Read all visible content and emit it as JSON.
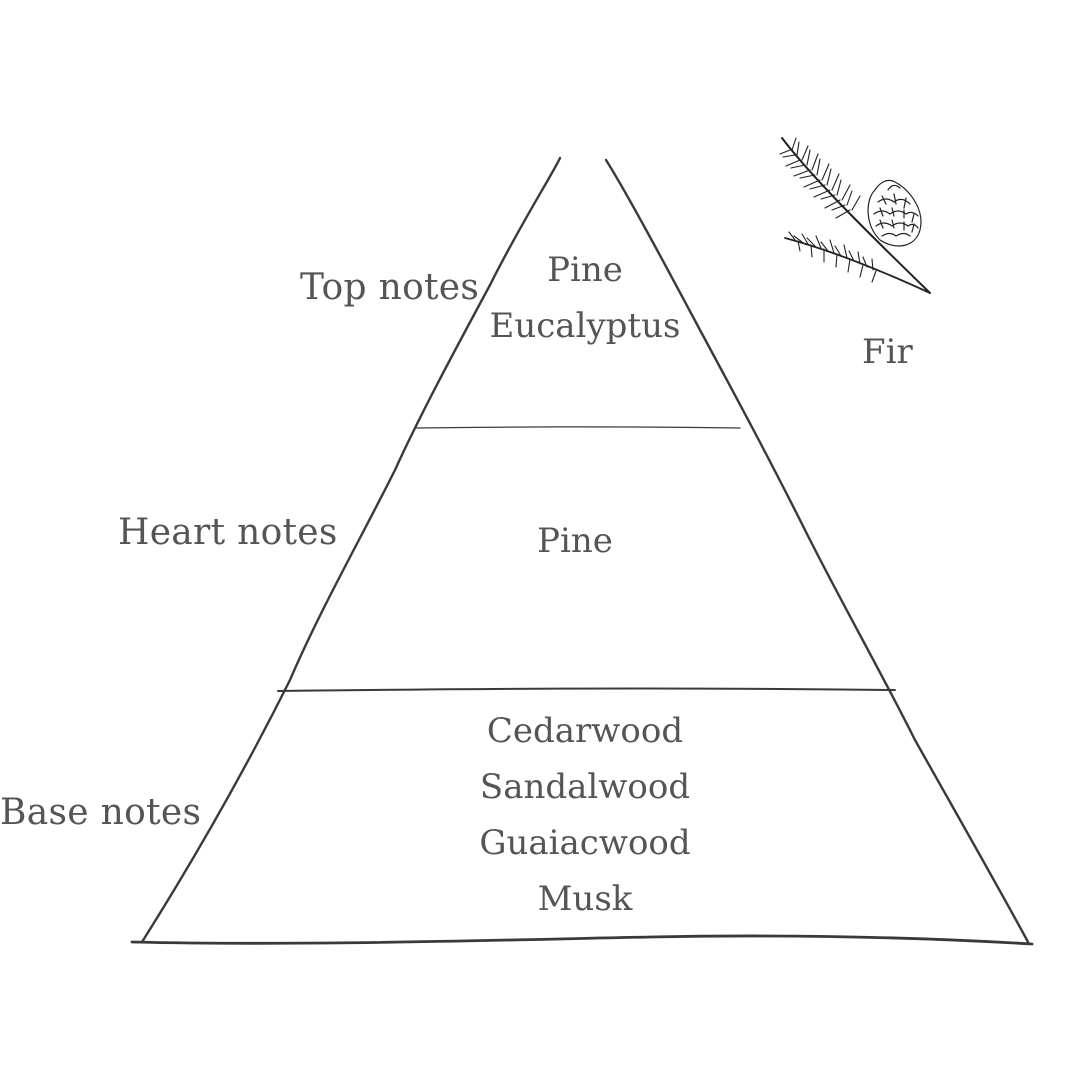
{
  "tiers": {
    "top": {
      "label": "Top notes",
      "notes": [
        "Pine",
        "Eucalyptus"
      ]
    },
    "heart": {
      "label": "Heart notes",
      "notes": [
        "Pine"
      ]
    },
    "base": {
      "label": "Base notes",
      "notes": [
        "Cedarwood",
        "Sandalwood",
        "Guaiacwood",
        "Musk"
      ]
    }
  },
  "illustration": {
    "icon": "pine-branch-with-cone-icon",
    "caption": "Fir"
  },
  "colors": {
    "ink": "#555555",
    "line": "#3a3a3a",
    "background": "#ffffff"
  }
}
